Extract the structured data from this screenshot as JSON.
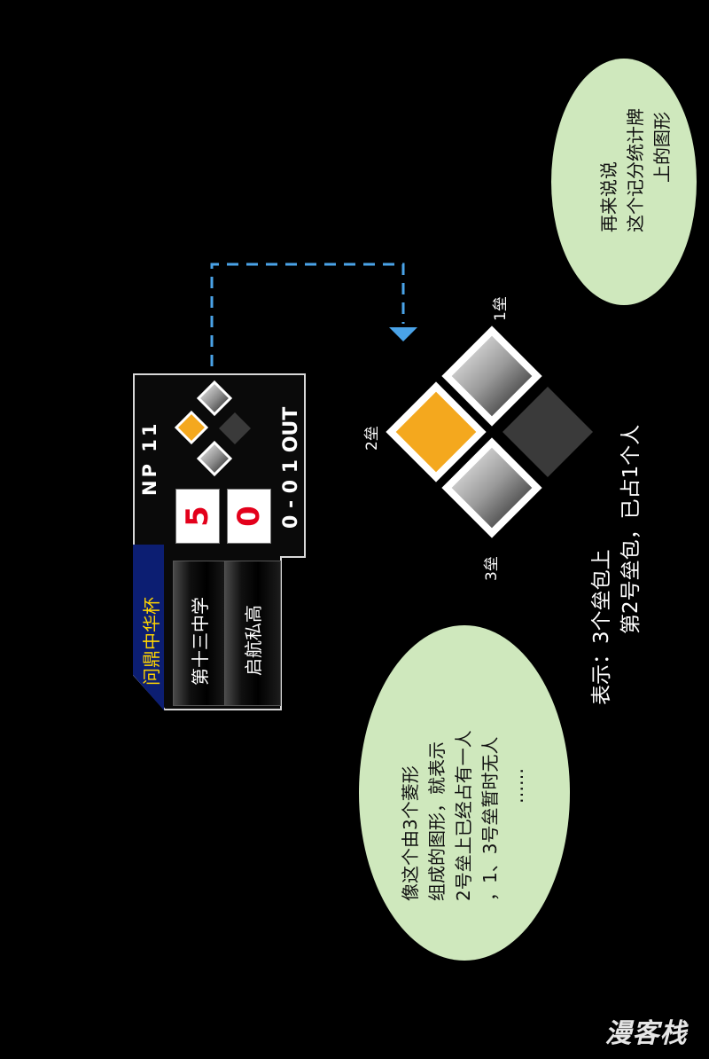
{
  "bubble_top": {
    "lines": [
      "再来说说",
      "这个记分统计牌",
      "上的图形"
    ]
  },
  "scoreboard": {
    "cup": "问鼎中华杯",
    "np": "NP 11",
    "team1": "第十三中学",
    "team2": "启航私高",
    "score1": "5",
    "score2": "0",
    "outs": "0 - 0  1 OUT",
    "colors": {
      "accent": "#f4a81e",
      "cup_band": "#0c1e72",
      "score": "#e3001b"
    }
  },
  "bases": {
    "first_label": "1垒",
    "second_label": "2垒",
    "third_label": "3垒",
    "occupied": "second",
    "colors": {
      "occupied": "#f4a81e",
      "empty_dark": "#3a3a3a"
    }
  },
  "caption": {
    "lines": [
      "表示：3个垒包上",
      "第2号垒包，已占1个人"
    ]
  },
  "bubble_bottom": {
    "lines": [
      "像这个由3个菱形",
      "组成的图形，就表示",
      "2号垒上已经占有一人",
      "，1、3号垒暂时无人",
      "……"
    ]
  },
  "watermark": {
    "text": "漫客栈"
  }
}
